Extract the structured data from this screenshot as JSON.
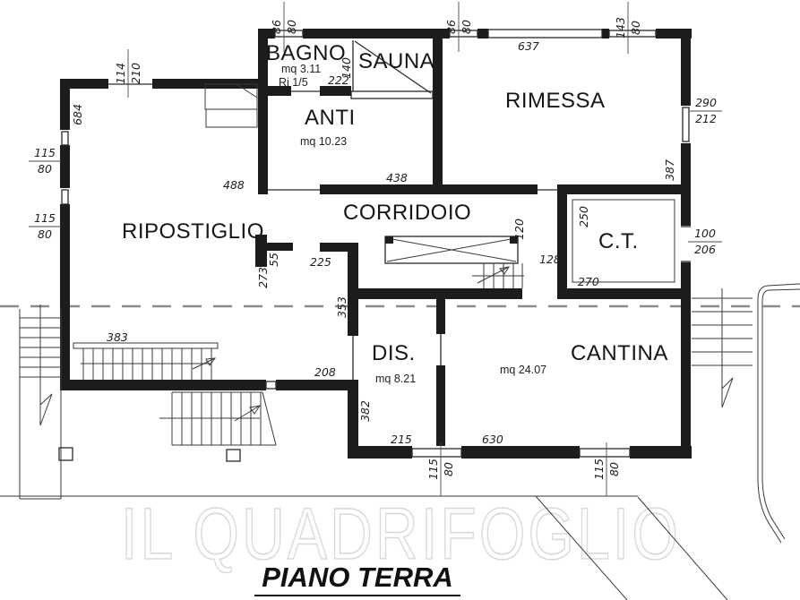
{
  "footer": {
    "title": "PIANO TERRA",
    "watermark": "IL QUADRIFOGLIO"
  },
  "rooms": {
    "bagno": {
      "label": "BAGNO",
      "area": "mq 3.11",
      "ratio": "Ri 1/5"
    },
    "sauna": {
      "label": "SAUNA"
    },
    "anti": {
      "label": "ANTI",
      "area": "mq 10.23"
    },
    "rimessa": {
      "label": "RIMESSA"
    },
    "corridoio": {
      "label": "CORRIDOIO"
    },
    "ripostiglio": {
      "label": "RIPOSTIGLIO"
    },
    "ct": {
      "label": "C.T."
    },
    "dis": {
      "label": "DIS.",
      "area": "mq 8.21"
    },
    "cantina": {
      "label": "CANTINA",
      "area": "mq 24.07"
    }
  },
  "dims": {
    "top_win1": {
      "num": "86",
      "den": "80"
    },
    "top_win2": {
      "num": "86",
      "den": "80"
    },
    "top_win3": {
      "num": "143",
      "den": "80"
    },
    "door_114": {
      "num": "114",
      "den": "210"
    },
    "left_win1": {
      "num": "115",
      "den": "80"
    },
    "left_win2": {
      "num": "115",
      "den": "80"
    },
    "right_win": {
      "num": "290",
      "den": "212"
    },
    "ct_door": {
      "num": "100",
      "den": "206"
    },
    "bottom_win1": {
      "num": "115",
      "den": "80"
    },
    "bottom_win2": {
      "num": "115",
      "den": "80"
    },
    "garage_w": "637",
    "left_h": "684",
    "ripostiglio_w": "488",
    "corridoio_w": "438",
    "rimessa_r": "387",
    "ct_h": "250",
    "ct_w": "270",
    "stair_w": "120",
    "gap_128": "128",
    "opening_225": "225",
    "wall_55": "55",
    "wall_273": "273",
    "wall_353": "353",
    "stair_383": "383",
    "door_208": "208",
    "dis_h": "382",
    "dis_w": "215",
    "cantina_w": "630",
    "bagno_140": "140",
    "bagno_222": "222"
  },
  "colors": {
    "wall": "#1c1c1c",
    "dashed_line": "#8a8a8a",
    "watermark": "#d9d9d9"
  }
}
